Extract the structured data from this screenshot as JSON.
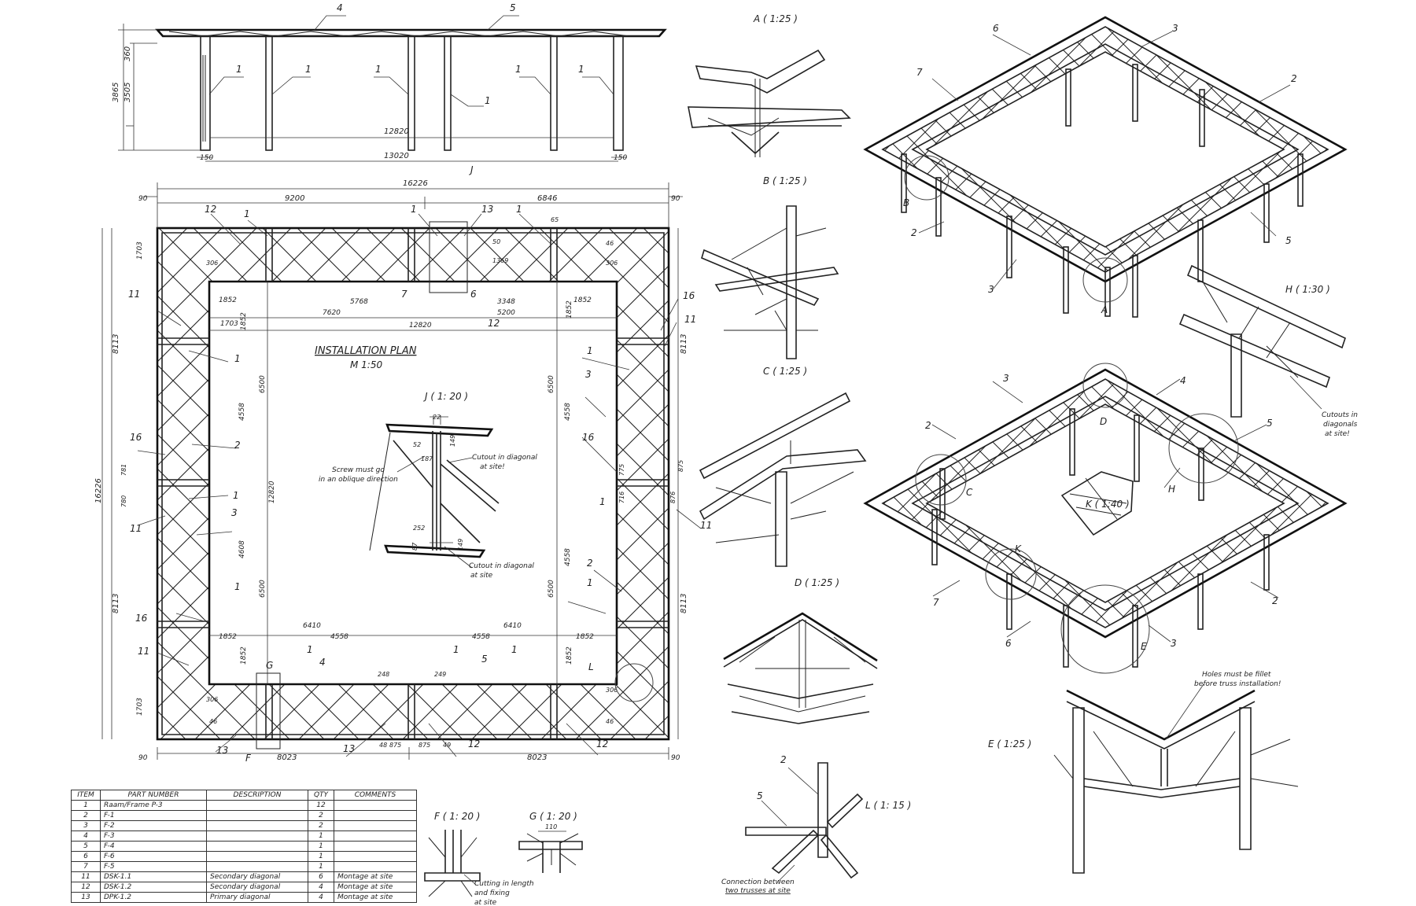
{
  "plan": {
    "title": "INSTALLATION PLAN",
    "scale": "M 1:50",
    "dims": {
      "overall": "16226",
      "left_span": "9200",
      "right_span": "6846",
      "edge": "90",
      "inner_1852": "1852",
      "inner_5768": "5768",
      "inner_3348": "3348",
      "inner_7620": "7620",
      "inner_5200": "5200",
      "inner_12820": "12820",
      "inner_6410": "6410",
      "inner_4558": "4558",
      "bottom_8023": "8023",
      "v_1703": "1703",
      "v_8113": "8113",
      "v_6500": "6500",
      "v_4558": "4558",
      "v_4608": "4608",
      "v_1852": "1852",
      "d306": "306",
      "d46": "46",
      "d65": "65",
      "d50": "50",
      "d1369": "1369",
      "d875": "875",
      "d876": "876",
      "d775": "775",
      "d716": "716",
      "d781": "781",
      "d780": "780",
      "d248": "248",
      "d249": "249",
      "d48": "48",
      "d49": "49"
    }
  },
  "elevation": {
    "dims": {
      "h_total": "3865",
      "h_col": "3505",
      "h_top": "360",
      "span": "12820",
      "overall": "13020",
      "foot": "150"
    },
    "labels": {
      "l1": "1",
      "l4": "4",
      "l5": "5"
    }
  },
  "details": {
    "A": "A ( 1:25 )",
    "B": "B ( 1:25 )",
    "C": "C ( 1:25 )",
    "D": "D ( 1:25 )",
    "E": "E ( 1:25 )",
    "F": "F ( 1: 20 )",
    "G": "G ( 1: 20 )",
    "H": "H ( 1:30 )",
    "J": "J ( 1: 20 )",
    "K": "K ( 1:40 )",
    "L": "L ( 1: 15 )"
  },
  "notes": {
    "screw_1": "Screw must go",
    "screw_2": "in an oblique direction",
    "cutout_1": "Cutout in diagonal",
    "cutout_2": "at site!",
    "cutout_b1": "Cutout in diagonal",
    "cutout_b2": "at site",
    "cutouts_h1": "Cutouts in",
    "cutouts_h2": "diagonals",
    "cutouts_h3": "at site!",
    "holes_1": "Holes must be fillet",
    "holes_2": "before truss installation!",
    "cutting_1": "Cutting in length",
    "cutting_2": "and fixing",
    "cutting_3": "at site",
    "conn_1": "Connection between",
    "conn_2": "two trusses at site",
    "j_dims": {
      "a": "22",
      "b": "52",
      "c": "149",
      "d": "187",
      "e": "252",
      "f": "87",
      "g": "149"
    },
    "g_dim": "110"
  },
  "parts_table": {
    "headers": [
      "ITEM",
      "PART NUMBER",
      "DESCRIPTION",
      "QTY",
      "COMMENTS"
    ],
    "rows": [
      [
        "1",
        "Raam/Frame P-3",
        "",
        "12",
        ""
      ],
      [
        "2",
        "F-1",
        "",
        "2",
        ""
      ],
      [
        "3",
        "F-2",
        "",
        "2",
        ""
      ],
      [
        "4",
        "F-3",
        "",
        "1",
        ""
      ],
      [
        "5",
        "F-4",
        "",
        "1",
        ""
      ],
      [
        "6",
        "F-6",
        "",
        "1",
        ""
      ],
      [
        "7",
        "F-5",
        "",
        "1",
        ""
      ],
      [
        "11",
        "DSK-1.1",
        "Secondary diagonal",
        "6",
        "Montage at site"
      ],
      [
        "12",
        "DSK-1.2",
        "Secondary diagonal",
        "4",
        "Montage at site"
      ],
      [
        "13",
        "DPK-1.2",
        "Primary diagonal",
        "4",
        "Montage at site"
      ]
    ]
  }
}
